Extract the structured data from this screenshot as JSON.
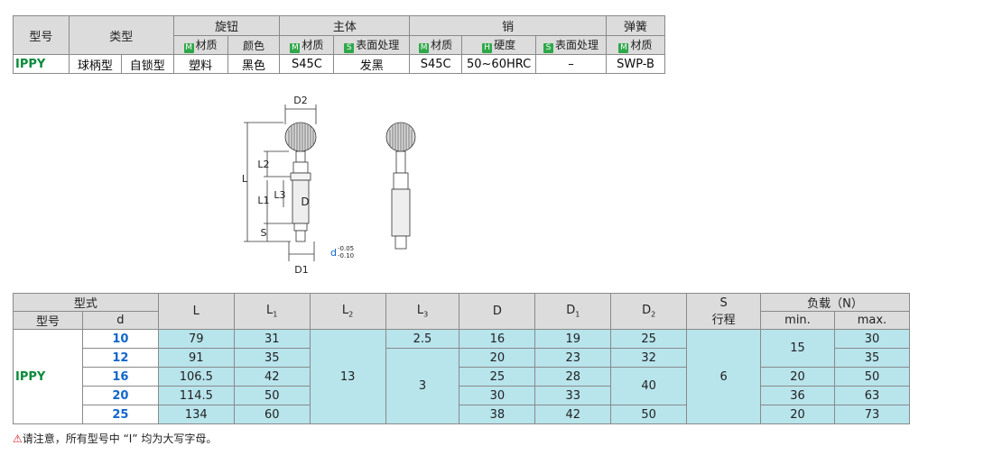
{
  "material_table": {
    "headers": {
      "model": "型号",
      "type": "类型",
      "knob": "旋钮",
      "body": "主体",
      "pin": "销",
      "spring": "弹簧"
    },
    "sub_headers": {
      "knob_material": "材质",
      "knob_color": "颜色",
      "body_material": "材质",
      "body_surface": "表面处理",
      "pin_material": "材质",
      "pin_hardness": "硬度",
      "pin_surface": "表面处理",
      "spring_material": "材质"
    },
    "tags": {
      "M": "M",
      "S": "S",
      "H": "H"
    },
    "row": {
      "model": "IPPY",
      "type1": "球柄型",
      "type2": "自锁型",
      "knob_material": "塑料",
      "knob_color": "黑色",
      "body_material": "S45C",
      "body_surface": "发黑",
      "pin_material": "S45C",
      "pin_hardness": "50~60HRC",
      "pin_surface": "–",
      "spring_material": "SWP-B"
    }
  },
  "drawing_labels": {
    "D2": "D2",
    "L": "L",
    "L2": "L2",
    "L1": "L1",
    "L3": "L3",
    "D": "D",
    "S": "S",
    "d": "d",
    "tol_upper": "-0.05",
    "tol_lower": "-0.10",
    "D1": "D1"
  },
  "spec_table": {
    "headers": {
      "type_form": "型式",
      "model": "型号",
      "d": "d",
      "L": "L",
      "L1": "L",
      "L1_sub": "1",
      "L2": "L",
      "L2_sub": "2",
      "L3": "L",
      "L3_sub": "3",
      "D": "D",
      "D1": "D",
      "D1_sub": "1",
      "D2": "D",
      "D2_sub": "2",
      "S": "S",
      "stroke": "行程",
      "load": "负载（N）",
      "min": "min.",
      "max": "max."
    },
    "model": "IPPY",
    "L2_merged": "13",
    "L3_first": "2.5",
    "L3_rest": "3",
    "D2_merged": "40",
    "S_merged": "6",
    "min_merged": "15",
    "rows": [
      {
        "d": "10",
        "L": "79",
        "L1": "31",
        "D": "16",
        "D1": "19",
        "D2": "25",
        "min": "",
        "max": "30"
      },
      {
        "d": "12",
        "L": "91",
        "L1": "35",
        "D": "20",
        "D1": "23",
        "D2": "32",
        "min": "",
        "max": "35"
      },
      {
        "d": "16",
        "L": "106.5",
        "L1": "42",
        "D": "25",
        "D1": "28",
        "D2": "",
        "min": "20",
        "max": "50"
      },
      {
        "d": "20",
        "L": "114.5",
        "L1": "50",
        "D": "30",
        "D1": "33",
        "D2": "",
        "min": "36",
        "max": "63"
      },
      {
        "d": "25",
        "L": "134",
        "L1": "60",
        "D": "38",
        "D1": "42",
        "D2": "50",
        "min": "20",
        "max": "73"
      }
    ]
  },
  "note": {
    "icon": "warning-icon",
    "text": "请注意，所有型号中 “I” 均为大写字母。"
  },
  "colors": {
    "header_gray": "#dcdcdc",
    "cyan_cell": "#b8e4ec",
    "model_green": "#0a8a3a",
    "d_blue": "#1166cc",
    "tag_green": "#2fa84a",
    "warn_red": "#d41e1e"
  }
}
